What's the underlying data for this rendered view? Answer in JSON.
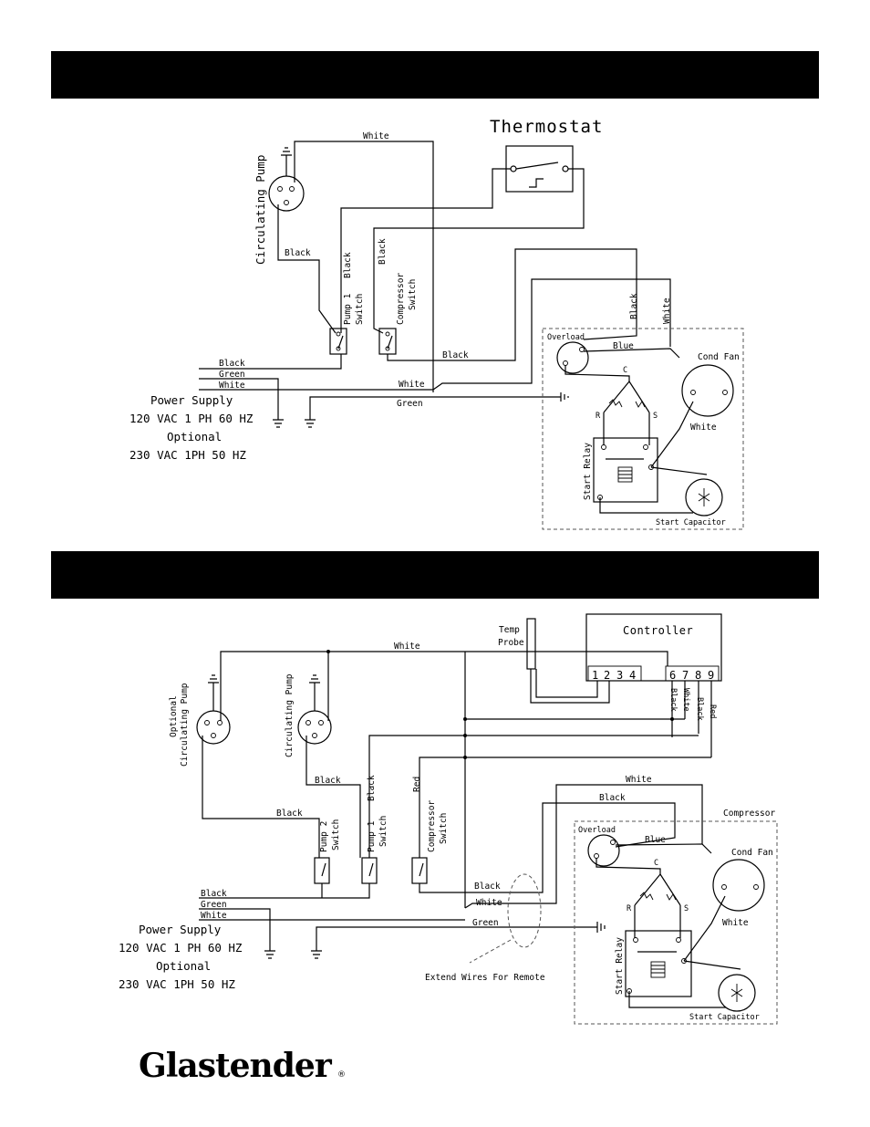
{
  "diagram1": {
    "thermostat_title": "Thermostat",
    "circulating_pump": "Circulating Pump",
    "pump1_switch": [
      "Pump 1",
      "Switch"
    ],
    "compressor_switch": [
      "Compressor",
      "Switch"
    ],
    "overload": "Overload",
    "cond_fan": "Cond Fan",
    "start_relay": "Start Relay",
    "start_capacitor": "Start Capacitor",
    "terminals": {
      "c": "C",
      "r": "R",
      "s": "S"
    },
    "wires": {
      "white": "White",
      "black": "Black",
      "green": "Green",
      "blue": "Blue"
    },
    "power_supply": [
      "Power Supply",
      "120 VAC 1 PH 60 HZ",
      "Optional",
      "230 VAC 1PH 50 HZ"
    ]
  },
  "diagram2": {
    "controller": "Controller",
    "controller_terminals": [
      "1",
      "2",
      "3",
      "4",
      "6",
      "7",
      "8",
      "9"
    ],
    "temp_probe": [
      "Temp",
      "Probe"
    ],
    "optional_pump": [
      "Optional",
      "Circulating Pump"
    ],
    "circulating_pump": "Circulating Pump",
    "pump2_switch": [
      "Pump 2",
      "Switch"
    ],
    "pump1_switch": [
      "Pump 1",
      "Switch"
    ],
    "compressor_switch": [
      "Compressor",
      "Switch"
    ],
    "compressor": "Compressor",
    "overload": "Overload",
    "cond_fan": "Cond Fan",
    "start_relay": "Start Relay",
    "start_capacitor": "Start Capacitor",
    "terminals": {
      "c": "C",
      "r": "R",
      "s": "S"
    },
    "wires": {
      "white": "White",
      "black": "Black",
      "green": "Green",
      "blue": "Blue",
      "red": "Red"
    },
    "extend_note": "Extend Wires For Remote",
    "power_supply": [
      "Power Supply",
      "120 VAC 1 PH 60 HZ",
      "Optional",
      "230 VAC 1PH 50 HZ"
    ]
  },
  "brand": {
    "logo": "Glastender",
    "mark": "®"
  }
}
